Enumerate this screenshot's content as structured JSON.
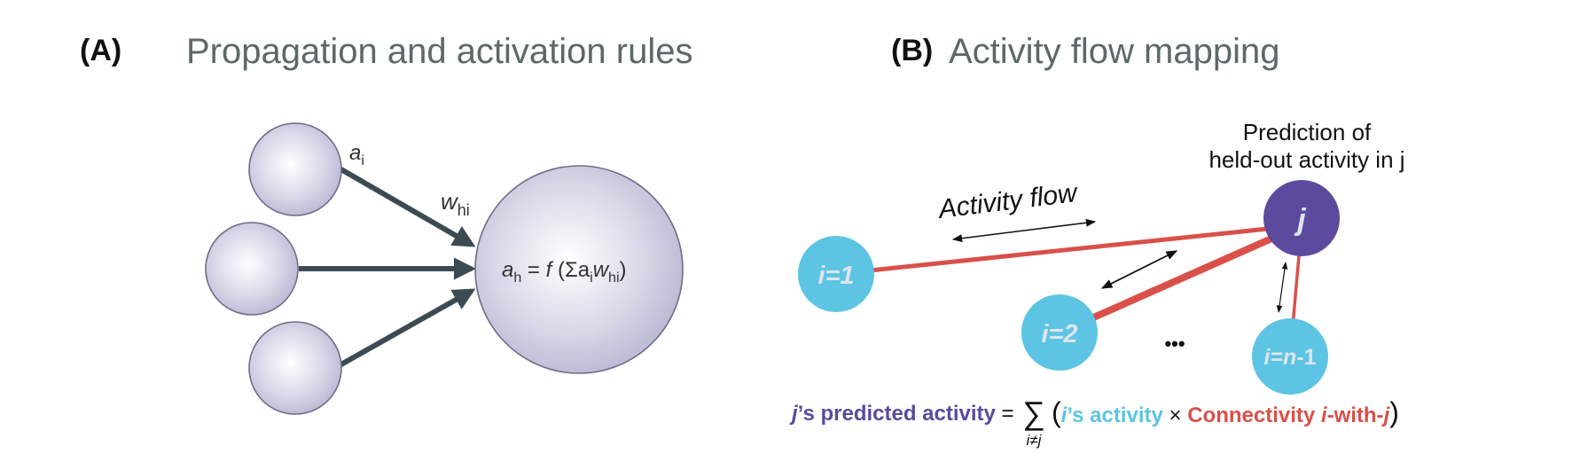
{
  "panel_a": {
    "letter": "(A)",
    "title": "Propagation and activation rules",
    "input_label_base": "a",
    "input_label_sub": "i",
    "weight_label_base": "w",
    "weight_label_sub": "hi",
    "formula": {
      "a": "a",
      "h_sub": "h",
      "eq": " = ",
      "f": "f",
      "open": " (Σa",
      "i_sub": "i",
      "w": "w",
      "hi_sub": "hi",
      "close": ")"
    }
  },
  "panel_b": {
    "letter": "(B)",
    "title": "Activity flow mapping",
    "prediction_line1": "Prediction of",
    "prediction_line2": "held-out activity in j",
    "activity_flow": "Activity flow",
    "node_j": "j",
    "node_i1": "i=1",
    "node_i2": "i=2",
    "node_in1_prefix": "i=",
    "node_in1_n": "n",
    "node_in1_suffix": "-1",
    "ellipsis": "•••",
    "equation": {
      "j": "j",
      "predicted": "’s predicted activity",
      "eq": " = ",
      "sigma": "∑",
      "sigma_sub": "i≠j",
      "open": "(",
      "i": "i",
      "i_activity": "’s activity",
      "times": " × ",
      "connectivity": "Connectivity ",
      "i_with": "i",
      "with": "-with-",
      "j2": "j",
      "close": ")"
    },
    "colors": {
      "purple": "#5b4a9e",
      "cyan": "#5dc4e3",
      "red": "#d9504a",
      "node_label": "#dce6ee"
    }
  }
}
